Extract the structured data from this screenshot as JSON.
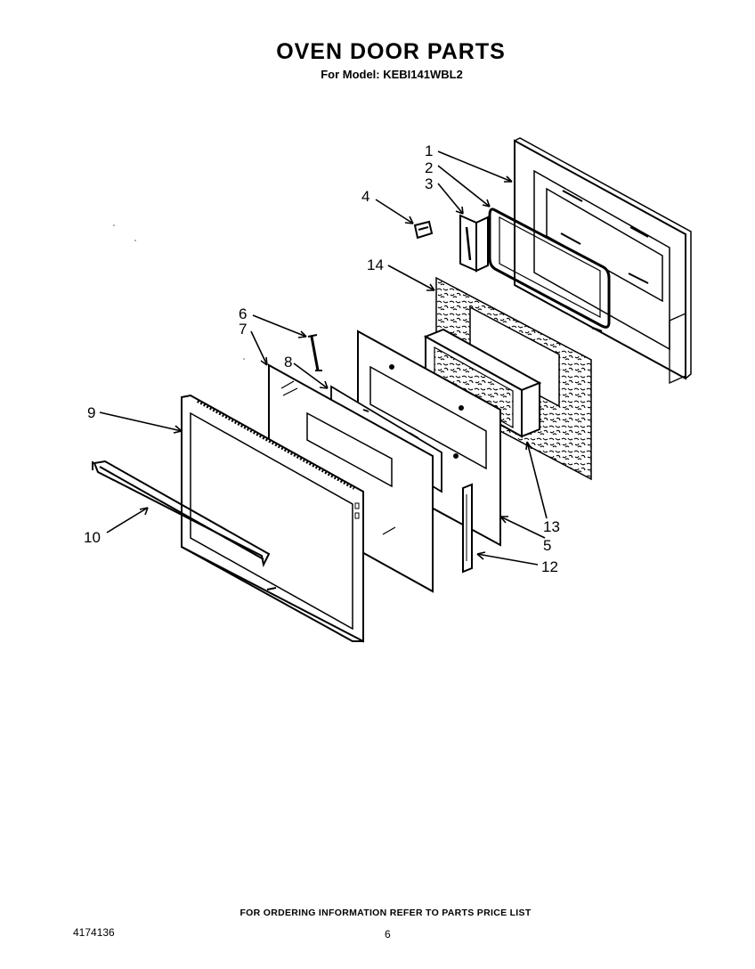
{
  "header": {
    "title": "OVEN DOOR PARTS",
    "subtitle": "For Model: KEBI141WBL2"
  },
  "callouts": [
    "1",
    "2",
    "3",
    "4",
    "14",
    "6",
    "7",
    "8",
    "9",
    "10",
    "13",
    "5",
    "12"
  ],
  "footer": {
    "note": "FOR ORDERING INFORMATION REFER TO PARTS PRICE LIST",
    "doc_number": "4174136",
    "page_number": "6"
  }
}
